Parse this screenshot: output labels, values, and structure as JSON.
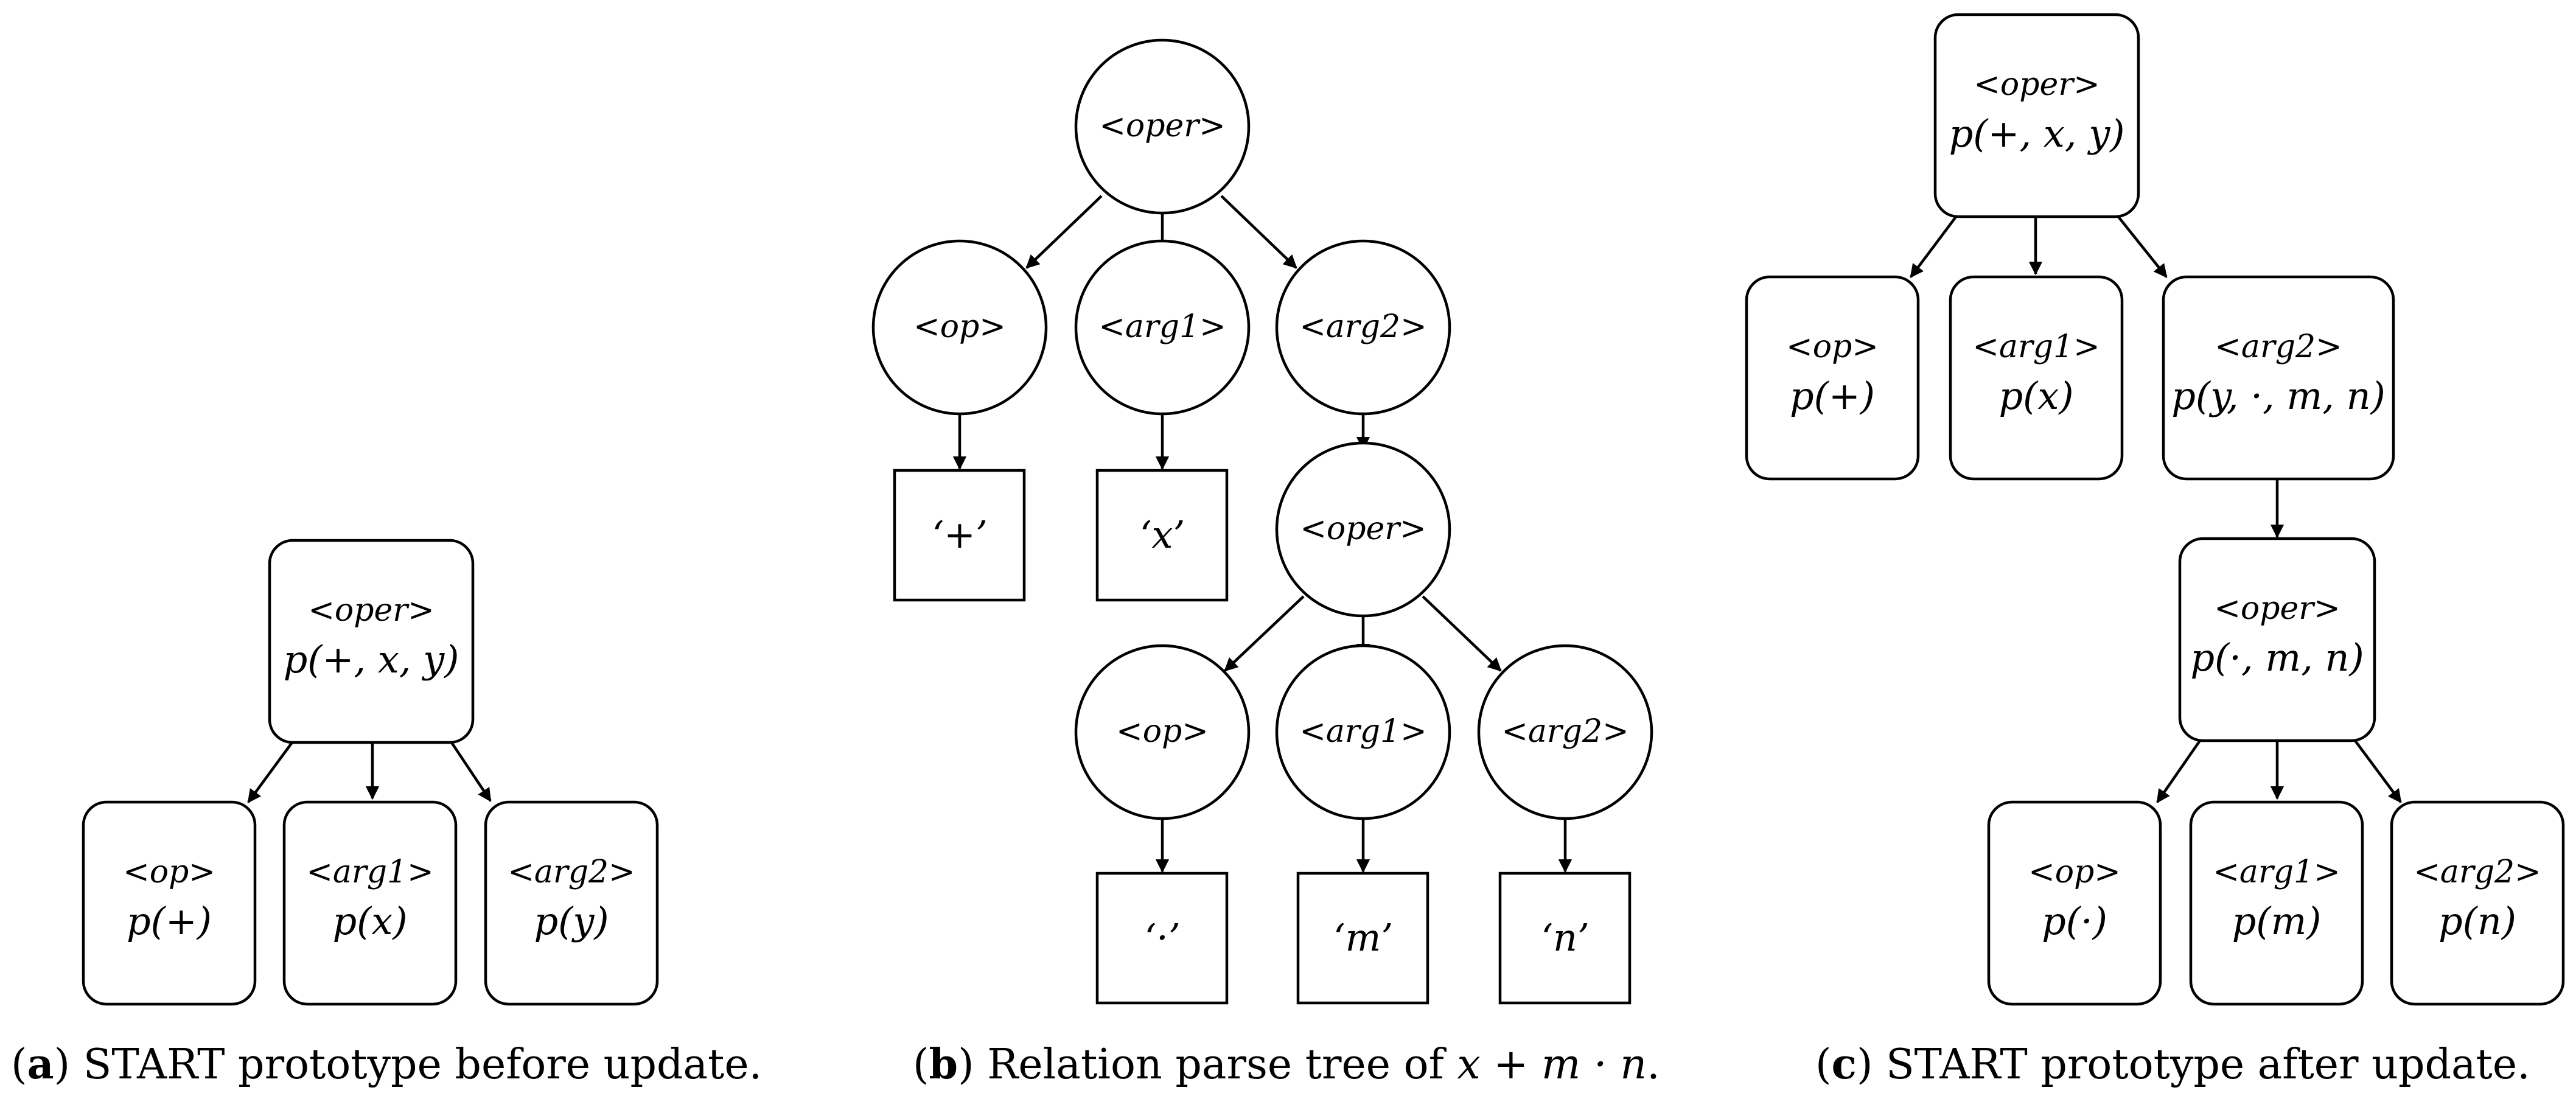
{
  "panel_a": {
    "caption": {
      "letter": "a",
      "text": "START prototype before update."
    },
    "nodes": {
      "root": {
        "label": "<oper>",
        "prob": "p(+, x, y)"
      },
      "op": {
        "label": "<op>",
        "prob": "p(+)"
      },
      "arg1": {
        "label": "<arg1>",
        "prob": "p(x)"
      },
      "arg2": {
        "label": "<arg2>",
        "prob": "p(y)"
      }
    }
  },
  "panel_b": {
    "caption": {
      "letter": "b",
      "text_before": "Relation parse tree of ",
      "math": "x + m · n",
      "text_after": "."
    },
    "nodes": {
      "root": {
        "label": "<oper>"
      },
      "op": {
        "label": "<op>"
      },
      "arg1": {
        "label": "<arg1>"
      },
      "arg2": {
        "label": "<arg2>"
      },
      "oper2": {
        "label": "<oper>"
      },
      "op2": {
        "label": "<op>"
      },
      "arg1_2": {
        "label": "<arg1>"
      },
      "arg2_2": {
        "label": "<arg2>"
      }
    },
    "tokens": {
      "plus": "‘+’",
      "x": "‘x’",
      "cdot": "‘·’",
      "m": "‘m’",
      "n": "‘n’"
    }
  },
  "panel_c": {
    "caption": {
      "letter": "c",
      "text": "START prototype after update."
    },
    "nodes": {
      "root": {
        "label": "<oper>",
        "prob": "p(+, x, y)"
      },
      "op": {
        "label": "<op>",
        "prob": "p(+)"
      },
      "arg1": {
        "label": "<arg1>",
        "prob": "p(x)"
      },
      "arg2": {
        "label": "<arg2>",
        "prob": "p(y, ·, m, n)"
      },
      "oper2": {
        "label": "<oper>",
        "prob": "p(·, m, n)"
      },
      "op2": {
        "label": "<op>",
        "prob": "p(·)"
      },
      "arg1_2": {
        "label": "<arg1>",
        "prob": "p(m)"
      },
      "arg2_2": {
        "label": "<arg2>",
        "prob": "p(n)"
      }
    }
  }
}
